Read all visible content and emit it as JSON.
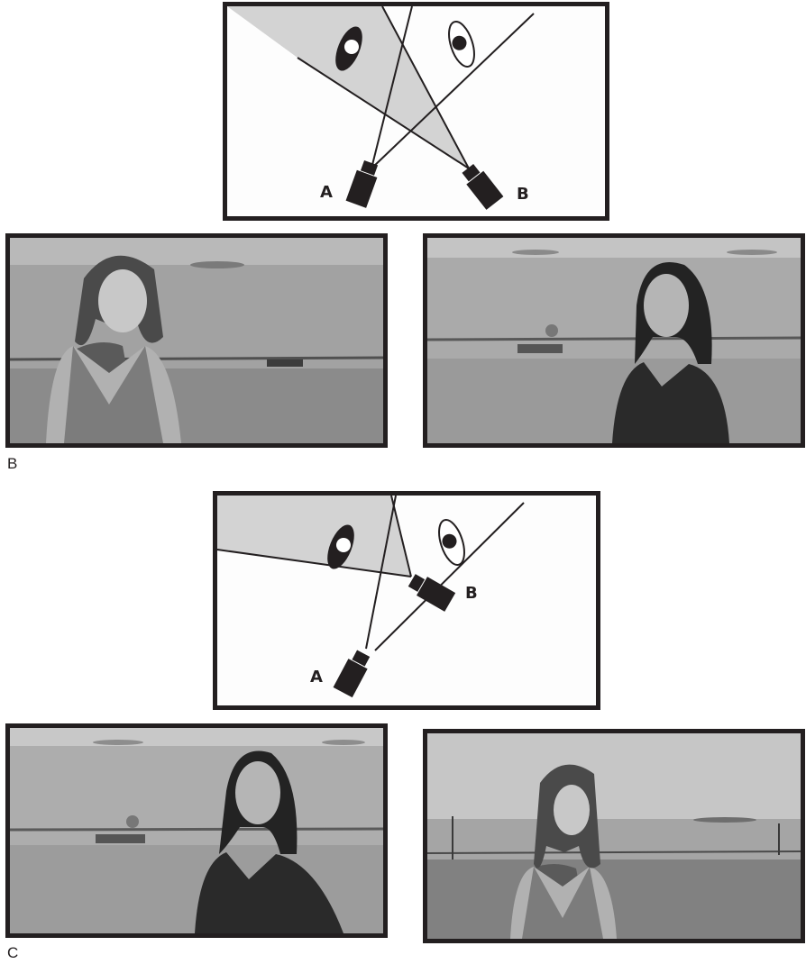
{
  "sections": [
    {
      "label": "B",
      "camera_a_label": "A",
      "camera_b_label": "B"
    },
    {
      "label": "C",
      "camera_a_label": "A",
      "camera_b_label": "B"
    }
  ],
  "colors": {
    "frame_border": "#231f20",
    "shaded_zone": "#d3d3d3",
    "sky": "#cfcfcf",
    "sea": "#9e9e9e",
    "lawn": "#8a8a8a"
  }
}
